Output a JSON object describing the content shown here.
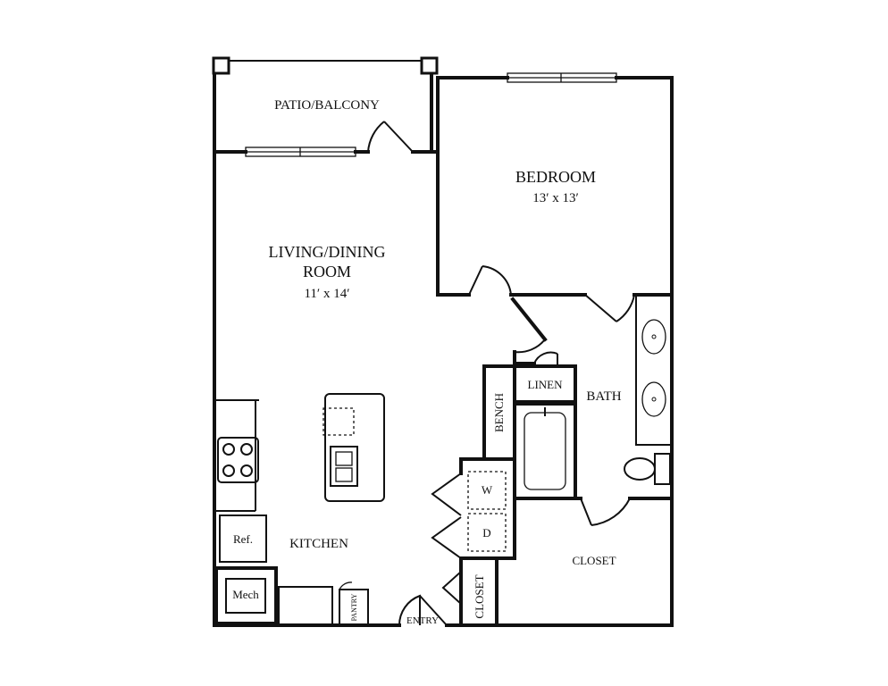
{
  "rooms": {
    "patio": {
      "name": "PATIO/BALCONY"
    },
    "bedroom": {
      "name": "BEDROOM",
      "size": "13′ x 13′"
    },
    "living": {
      "name_line1": "LIVING/DINING",
      "name_line2": "ROOM",
      "size": "11′ x 14′"
    },
    "kitchen": {
      "name": "KITCHEN"
    },
    "bath": {
      "name": "BATH"
    },
    "linen": {
      "name": "LINEN"
    },
    "bench": {
      "name": "BENCH"
    },
    "closet_main": {
      "name": "CLOSET"
    },
    "closet_entry": {
      "name": "CLOSET"
    },
    "pantry": {
      "name": "PANTRY"
    },
    "entry": {
      "name": "ENTRY"
    }
  },
  "fixtures": {
    "refrigerator": "Ref.",
    "mechanical": "Mech",
    "washer": "W",
    "dryer": "D"
  }
}
